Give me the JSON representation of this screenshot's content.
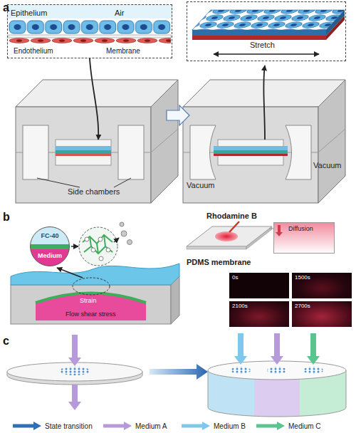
{
  "diagram": {
    "nodes": [
      {
        "text": [
          "Epithelium",
          "Air",
          "Endothelium",
          "Membrane"
        ]
      },
      {
        "text": [
          "Stretch"
        ]
      },
      {
        "text": [
          "FC-40",
          "Medium"
        ]
      },
      {
        "text": [
          "Diffusion"
        ]
      },
      {
        "text": [
          "0s"
        ]
      },
      {
        "text": [
          "1500s"
        ]
      },
      {
        "text": [
          "2100s"
        ]
      },
      {
        "text": [
          "2700s"
        ]
      }
    ],
    "labels": [
      "a",
      "Side chambers",
      "Vacuum",
      "Vacuum",
      "b",
      "Strain",
      "Flow shear stress",
      "Rhodamine B",
      "PDMS membrane",
      "c"
    ],
    "legend": [
      {
        "text": "State transition"
      },
      {
        "text": "Medium A"
      },
      {
        "text": "Medium B"
      },
      {
        "text": "Medium C"
      }
    ]
  }
}
